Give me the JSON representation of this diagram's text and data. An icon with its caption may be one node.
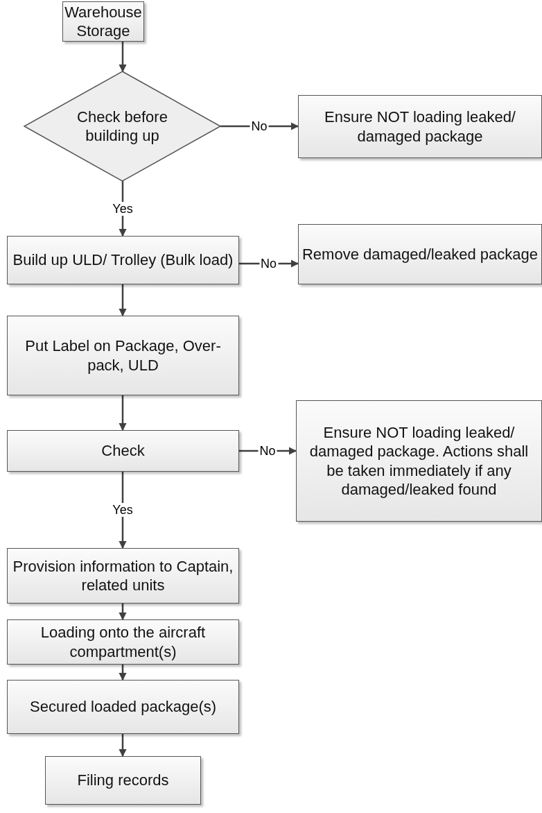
{
  "diagram": {
    "nodes": [
      {
        "text": [
          "Warehouse Storage"
        ]
      },
      {
        "text": [
          "Check before building up"
        ]
      },
      {
        "text": [
          "Ensure NOT loading leaked/ damaged package"
        ]
      },
      {
        "text": [
          "Build up ULD/ Trolley (Bulk load)"
        ]
      },
      {
        "text": [
          "Remove damaged/leaked package"
        ]
      },
      {
        "text": [
          "Put Label on Package, Over-pack, ULD"
        ]
      },
      {
        "text": [
          "Check"
        ]
      },
      {
        "text": [
          "Ensure NOT loading leaked/ damaged package. Actions shall be taken immediately if any damaged/leaked found"
        ]
      },
      {
        "text": [
          "Provision information to Captain, related units"
        ]
      },
      {
        "text": [
          "Loading onto the aircraft compartment(s)"
        ]
      },
      {
        "text": [
          "Secured loaded package(s)"
        ]
      },
      {
        "text": [
          "Filing records"
        ]
      }
    ],
    "edges": [
      {
        "from": 0,
        "to": 1,
        "arrow": "to"
      },
      {
        "from": 1,
        "to": 2,
        "arrow": "to",
        "label": "No"
      },
      {
        "from": 1,
        "to": 3,
        "arrow": "to",
        "label": "Yes"
      },
      {
        "from": 3,
        "to": 4,
        "arrow": "to",
        "label": "No"
      },
      {
        "from": 3,
        "to": 5,
        "arrow": "to"
      },
      {
        "from": 5,
        "to": 6,
        "arrow": "to"
      },
      {
        "from": 6,
        "to": 7,
        "arrow": "to",
        "label": "No"
      },
      {
        "from": 6,
        "to": 8,
        "arrow": "to",
        "label": "Yes"
      },
      {
        "from": 8,
        "to": 9,
        "arrow": "to"
      },
      {
        "from": 9,
        "to": 10,
        "arrow": "to"
      },
      {
        "from": 10,
        "to": 11,
        "arrow": "to"
      }
    ]
  }
}
